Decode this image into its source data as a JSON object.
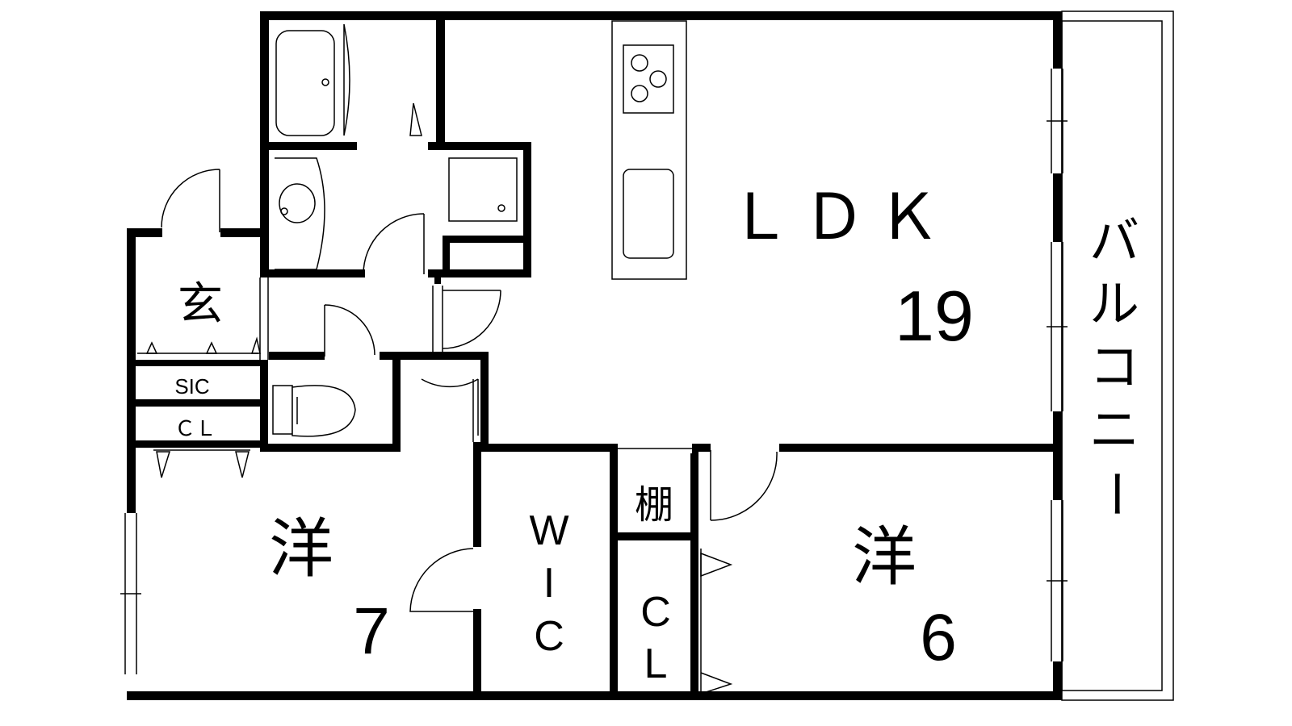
{
  "plan": {
    "rooms": {
      "ldk": {
        "name": "ＬＤＫ",
        "size": "19"
      },
      "entrance": {
        "name": "玄"
      },
      "sic": {
        "name": "SIC"
      },
      "cl_entry": {
        "name": "ＣＬ"
      },
      "western_7": {
        "name": "洋",
        "size": "7"
      },
      "wic": {
        "line1": "W",
        "line2": "I",
        "line3": "C"
      },
      "shelf": {
        "name": "棚"
      },
      "cl_center": {
        "line1": "C",
        "line2": "L"
      },
      "western_6": {
        "name": "洋",
        "size": "6"
      },
      "balcony": {
        "chars": [
          "バ",
          "ル",
          "コ",
          "ニ",
          "ー"
        ]
      }
    }
  }
}
